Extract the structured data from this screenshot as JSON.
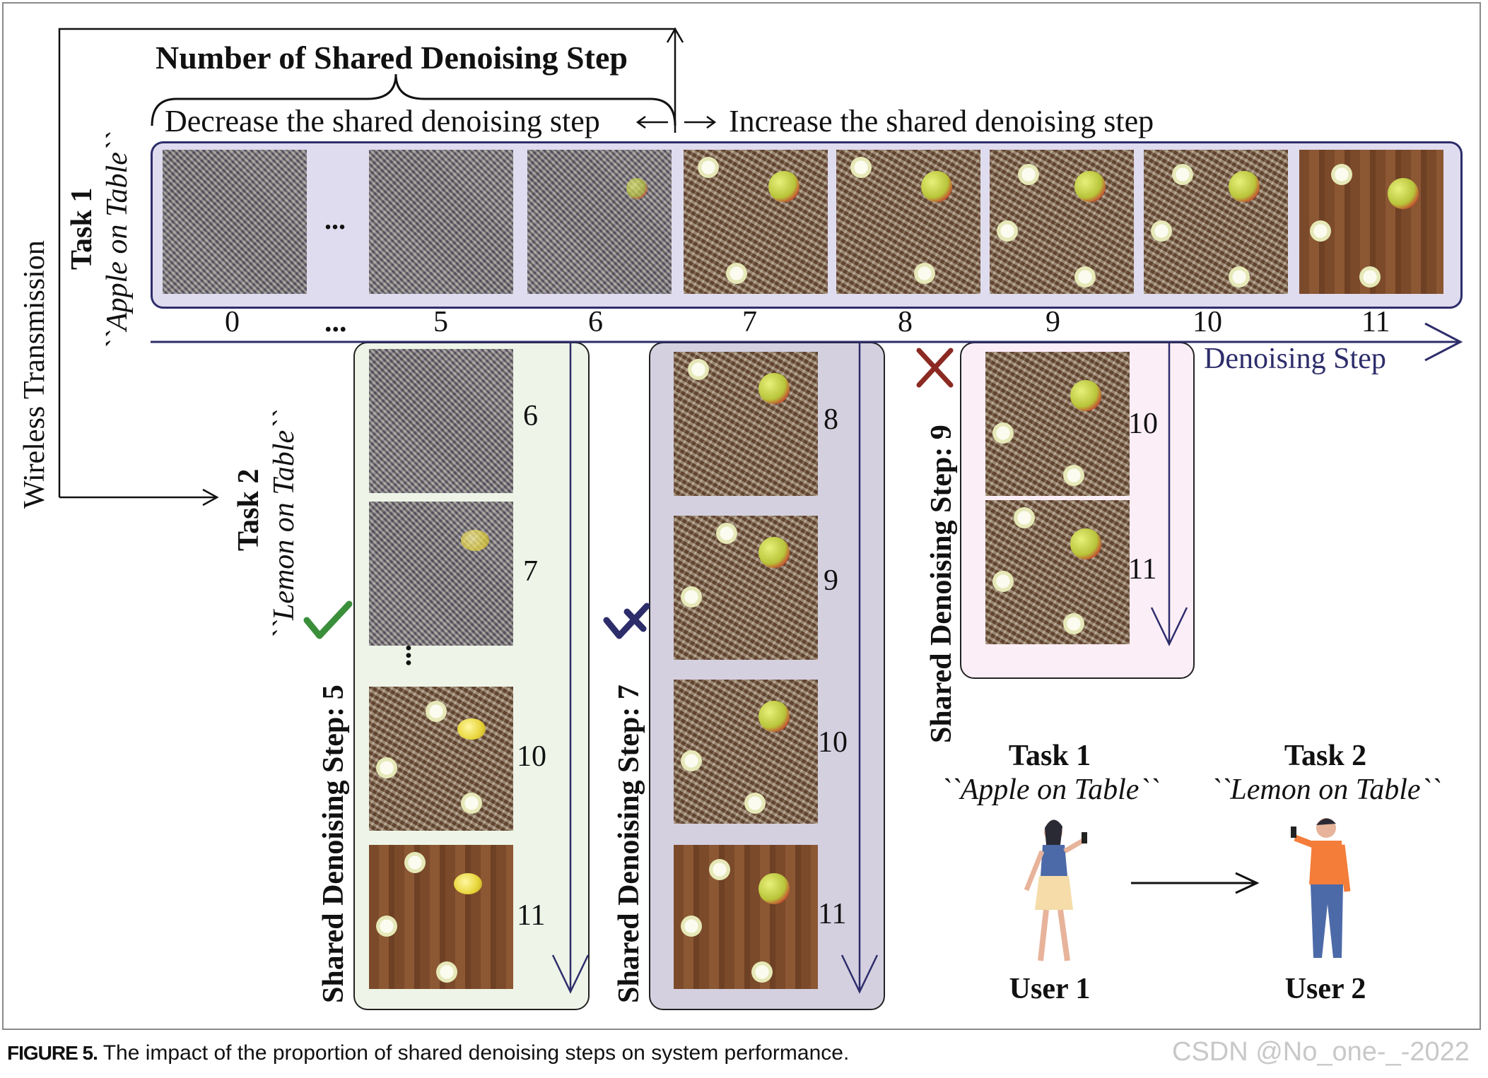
{
  "diagram": {
    "title": "Number of Shared Denoising Step",
    "decrease_label": "Decrease the shared denoising step",
    "increase_label": "Increase the shared denoising step",
    "wireless_label": "Wireless Transmission",
    "axis_label": "Denoising Step",
    "ellipsis": "...",
    "task1": {
      "label": "Task 1",
      "prompt": "``Apple on Table``"
    },
    "task2": {
      "label": "Task 2",
      "prompt": "``Lemon on Table``"
    },
    "task1_steps": [
      "0",
      "...",
      "5",
      "6",
      "7",
      "8",
      "9",
      "10",
      "11"
    ],
    "branches": [
      {
        "label": "Shared Denoising Step: 5",
        "mark": "check-green",
        "steps": [
          "6",
          "7",
          "10",
          "11"
        ]
      },
      {
        "label": "Shared Denoising Step: 7",
        "mark": "check-navy",
        "steps": [
          "8",
          "9",
          "10",
          "11"
        ]
      },
      {
        "label": "Shared Denoising Step: 9",
        "mark": "cross-red",
        "steps": [
          "10",
          "11"
        ]
      }
    ],
    "users": {
      "task1_label": "Task 1",
      "task1_prompt": "``Apple on Table``",
      "task2_label": "Task 2",
      "task2_prompt": "``Lemon on Table``",
      "user1": "User 1",
      "user2": "User 2"
    },
    "colors": {
      "navy": "#2d2d6b",
      "green": "#3a8f3a",
      "red": "#8b2a22",
      "band": "#e0dcef"
    }
  },
  "caption": {
    "figure": "FIGURE 5.",
    "text": " The impact of the proportion of shared denoising steps on system performance."
  },
  "watermark": "CSDN @No_one-_-2022"
}
